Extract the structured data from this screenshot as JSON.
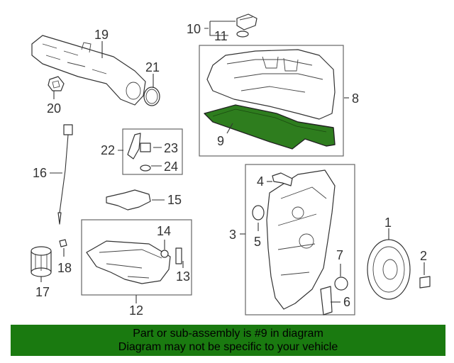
{
  "callouts": {
    "c1": "1",
    "c2": "2",
    "c3": "3",
    "c4": "4",
    "c5": "5",
    "c6": "6",
    "c7": "7",
    "c8": "8",
    "c9": "9",
    "c10": "10",
    "c11": "11",
    "c12": "12",
    "c13": "13",
    "c14": "14",
    "c15": "15",
    "c16": "16",
    "c17": "17",
    "c18": "18",
    "c19": "19",
    "c20": "20",
    "c21": "21",
    "c22": "22",
    "c23": "23",
    "c24": "24"
  },
  "highlight": {
    "part": "9",
    "color": "#2e7d1e"
  },
  "banner": {
    "line1": "Part or sub-assembly is #9 in diagram",
    "line2": "Diagram may not be specific to your vehicle",
    "color": "#1a7a10"
  }
}
